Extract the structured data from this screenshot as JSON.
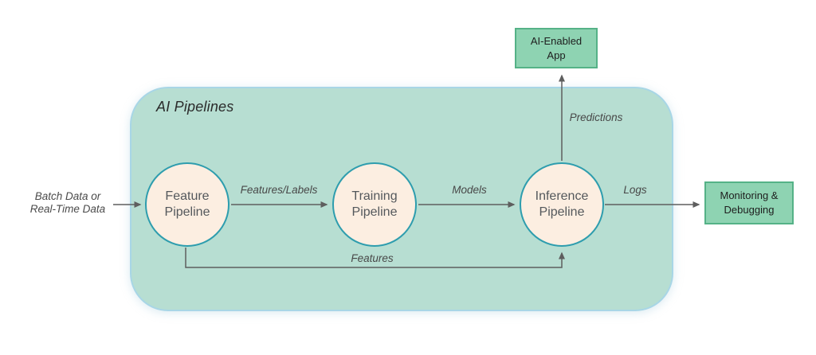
{
  "diagram": {
    "title": "AI Pipelines",
    "source_label": "Batch Data or\nReal-Time Data",
    "nodes": {
      "feature": "Feature Pipeline",
      "training": "Training Pipeline",
      "inference": "Inference Pipeline"
    },
    "boxes": {
      "app": "AI-Enabled App",
      "monitoring": "Monitoring & Debugging"
    },
    "edges": {
      "features_labels": "Features/Labels",
      "models": "Models",
      "predictions": "Predictions",
      "logs": "Logs",
      "features": "Features"
    },
    "colors": {
      "container_fill": "#b7ded2",
      "container_border": "#a8d6e6",
      "node_fill": "#fceee1",
      "node_border": "#2e9dae",
      "box_fill": "#8ed3b2",
      "box_border": "#55b287",
      "arrow": "#5e5e5e",
      "label_text": "#484848",
      "node_text": "#54585c"
    }
  }
}
